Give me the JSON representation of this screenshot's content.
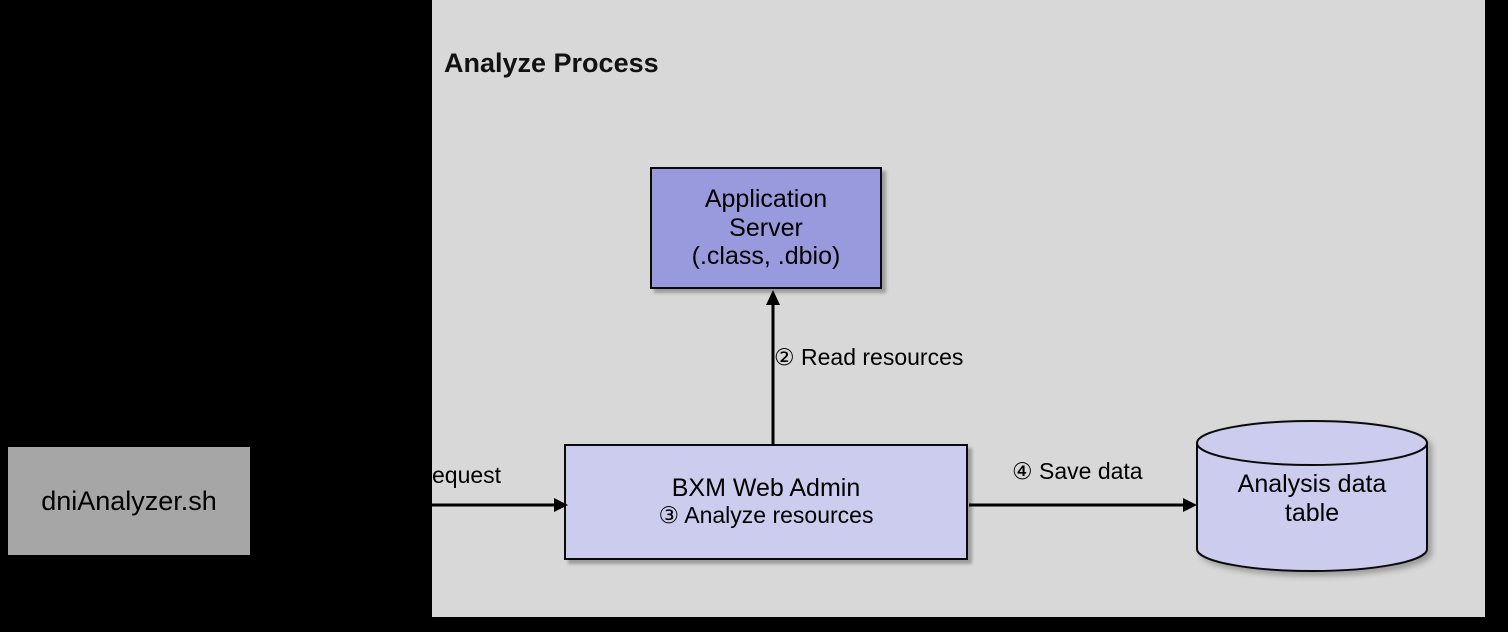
{
  "diagram": {
    "background_color": "#000000",
    "panel": {
      "title": "Analyze Process",
      "background_color": "#D8D8D8"
    },
    "nodes": [
      {
        "id": "script",
        "name": "dniAnalyzer.sh",
        "label": "dniAnalyzer.sh",
        "shape": "rectangle",
        "fill": "#A6A6A6"
      },
      {
        "id": "app-server",
        "shape": "rectangle",
        "fill": "#9999DD",
        "line1": "Application",
        "line2": "Server",
        "line3": "(.class, .dbio)"
      },
      {
        "id": "web-admin",
        "shape": "rectangle",
        "fill": "#CCCCEE",
        "line1": "BXM Web Admin",
        "line2": "③ Analyze resources"
      },
      {
        "id": "analysis-db",
        "shape": "cylinder",
        "fill": "#CCCCEE",
        "line1": "Analysis data",
        "line2": "table"
      }
    ],
    "connectors": [
      {
        "id": "request",
        "from": "script",
        "to": "web-admin",
        "label": "equest",
        "direction": "right",
        "clipped": true
      },
      {
        "id": "read-resources",
        "from": "web-admin",
        "to": "app-server",
        "label": "② Read resources",
        "direction": "up"
      },
      {
        "id": "save-data",
        "from": "web-admin",
        "to": "analysis-db",
        "label": "④ Save data",
        "direction": "right"
      }
    ]
  }
}
